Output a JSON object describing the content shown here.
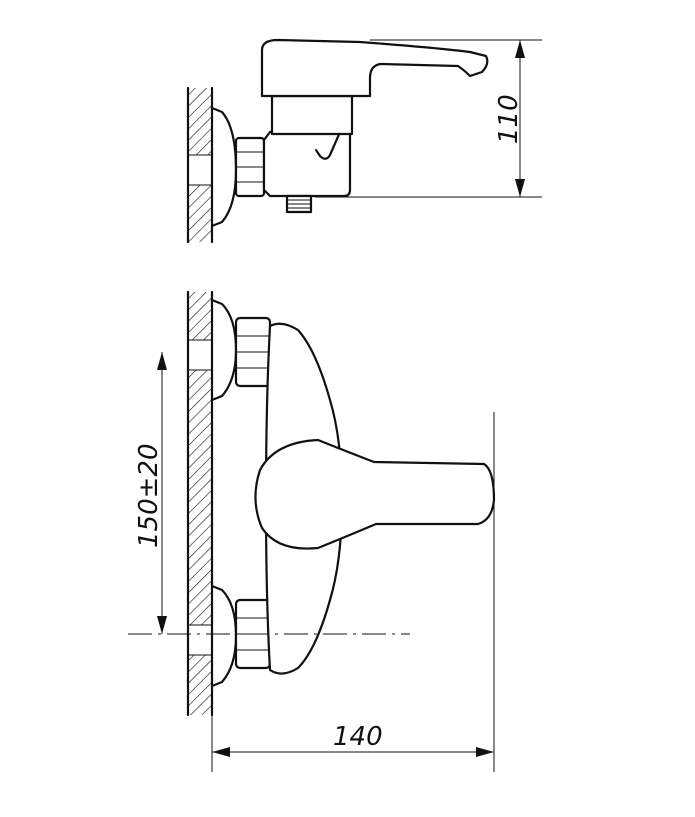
{
  "dimensions": {
    "height": "110",
    "spacing": "150±20",
    "depth": "140"
  },
  "colors": {
    "line": "#111111",
    "background": "#ffffff"
  }
}
